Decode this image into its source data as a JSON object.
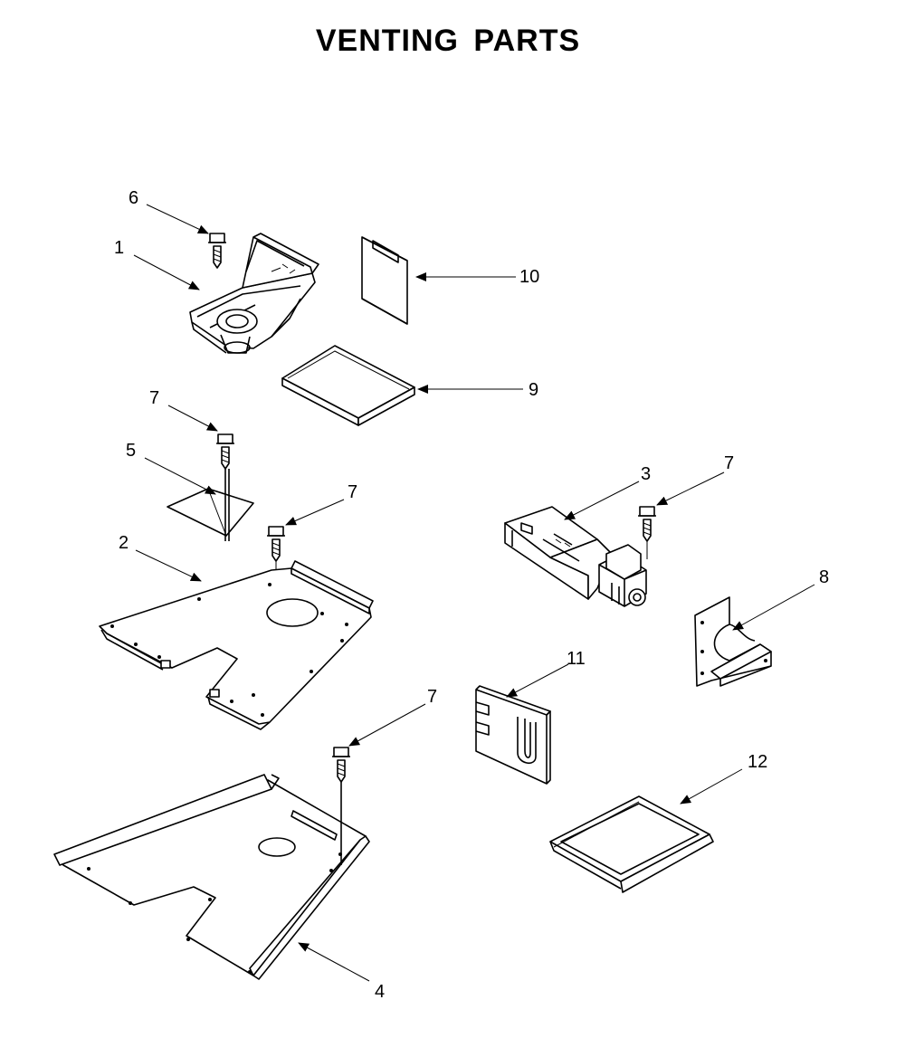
{
  "title": "VENTING PARTS",
  "callouts": {
    "c1": "1",
    "c2": "2",
    "c3": "3",
    "c4": "4",
    "c5": "5",
    "c6": "6",
    "c7a": "7",
    "c7b": "7",
    "c7c": "7",
    "c7d": "7",
    "c8": "8",
    "c9": "9",
    "c10": "10",
    "c11": "11",
    "c12": "12"
  }
}
